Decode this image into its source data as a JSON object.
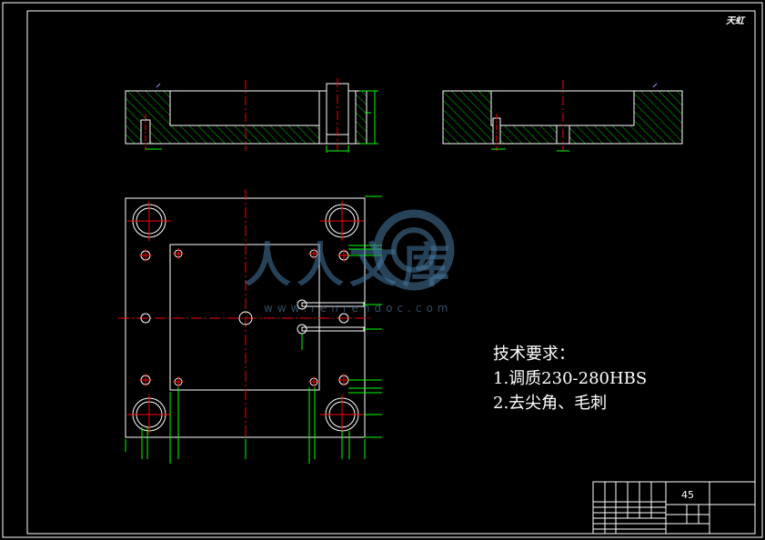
{
  "corner_mark": "天虹",
  "watermark": {
    "text": "人人文库",
    "url": "www.renrendoc.com"
  },
  "tech_requirements": {
    "title": "技术要求：",
    "items": [
      "1.调质230-280HBS",
      "2.去尖角、毛刺"
    ]
  },
  "title_block": {
    "material": "45"
  },
  "colors": {
    "outline": "#ffffff",
    "hatch": "#00ff00",
    "centerline": "#ff0000",
    "dimension": "#00ff00",
    "leader": "#00ff00",
    "watermark": "#4a7aa0"
  }
}
